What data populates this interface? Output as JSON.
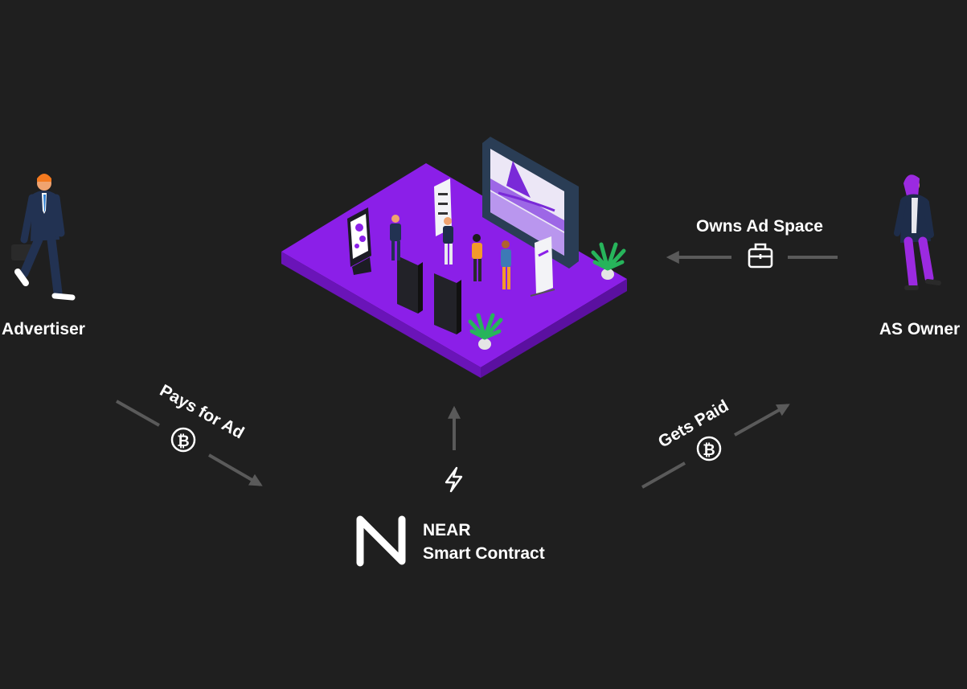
{
  "actors": {
    "advertiser": {
      "label": "Advertiser",
      "icon": "businessman-figure"
    },
    "owner": {
      "label": "AS Owner",
      "icon": "businesswoman-figure"
    }
  },
  "flows": {
    "pays": {
      "label": "Pays for Ad",
      "icon": "bitcoin-coin-icon"
    },
    "owns": {
      "label": "Owns Ad Space",
      "icon": "briefcase-icon"
    },
    "gets_paid": {
      "label": "Gets Paid",
      "icon": "bitcoin-coin-icon"
    },
    "trigger": {
      "icon": "lightning-icon"
    }
  },
  "contract": {
    "logo": "near-logo-icon",
    "line1": "NEAR",
    "line2": "Smart Contract"
  },
  "colors": {
    "background": "#1f1f1f",
    "platform": "#8b1fe8",
    "arrow": "#5a5a5a",
    "text": "#ffffff"
  }
}
